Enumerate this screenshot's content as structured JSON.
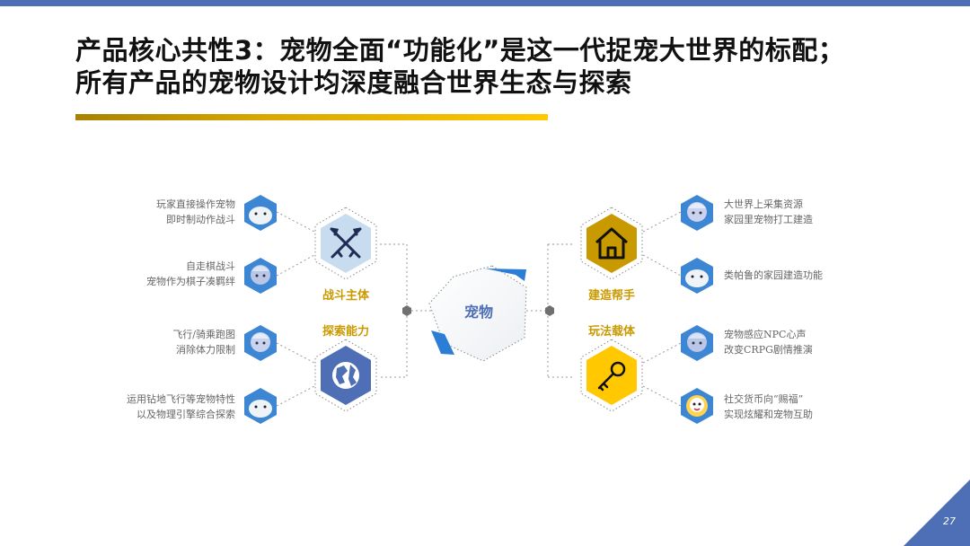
{
  "title": {
    "line1": "产品核心共性3：宠物全面“功能化”是这一代捉宠大世界的标配；",
    "line2": "所有产品的宠物设计均深度融合世界生态与探索"
  },
  "center": {
    "label": "宠物"
  },
  "categories": {
    "battle": "战斗主体",
    "explore": "探索能力",
    "build": "建造帮手",
    "play": "玩法载体"
  },
  "notes": {
    "l1a": "玩家直接操作宠物",
    "l1b": "即时制动作战斗",
    "l2a": "自走棋战斗",
    "l2b": "宠物作为棋子凑羁绊",
    "l3a": "飞行/骑乘跑图",
    "l3b": "消除体力限制",
    "l4a": "运用钻地飞行等宠物特性",
    "l4b": "以及物理引擎综合探索",
    "r1a": "大世界上采集资源",
    "r1b": "家园里宠物打工建造",
    "r2a": "类帕鲁的家园建造功能",
    "r3a": "宠物感应NPC心声",
    "r3b": "改变CRPG剧情推演",
    "r4a": "社交货币向“赐福”",
    "r4b": "实现炫耀和宠物互助"
  },
  "colors": {
    "blue": "#4e6fb6",
    "light_blue": "#c8dcf0",
    "gold": "#c99a00",
    "yellow": "#ffc800"
  },
  "icons": {
    "battle": "crossed-swords-icon",
    "explore": "globe-icon",
    "build": "house-icon",
    "play": "key-icon"
  },
  "page_number": "27"
}
